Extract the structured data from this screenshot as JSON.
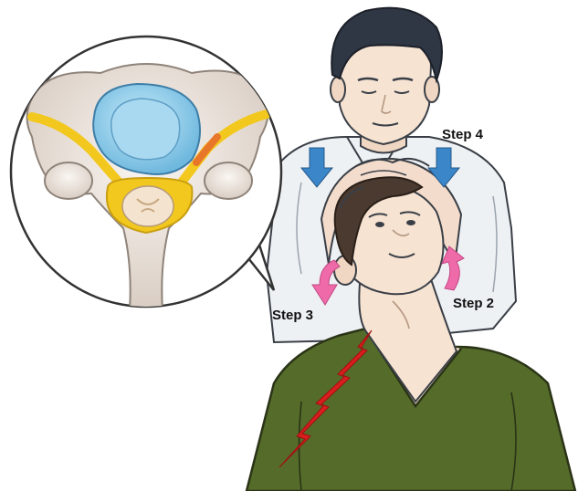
{
  "labels": {
    "step2": "Step 2",
    "step3": "Step 3",
    "step4": "Step 4"
  },
  "icons": {
    "down_arrows": "down-arrow-icon",
    "rotate_up": "curved-arrow-up-icon",
    "rotate_down": "curved-arrow-down-icon",
    "pain": "lightning-bolt-icon"
  },
  "colors": {
    "arrow_blue": "#3a86c8",
    "arrow_pink": "#ee6aa8",
    "pain_red": "#d91e1e",
    "shirt_green": "#556b2a",
    "coat": "#eef1f4",
    "skin": "#f6e3d2",
    "hair": "#2f3644",
    "disc_blue": "#8ec8e6",
    "nerve_yellow": "#f2c81e",
    "bone": "#e7dfd8"
  }
}
